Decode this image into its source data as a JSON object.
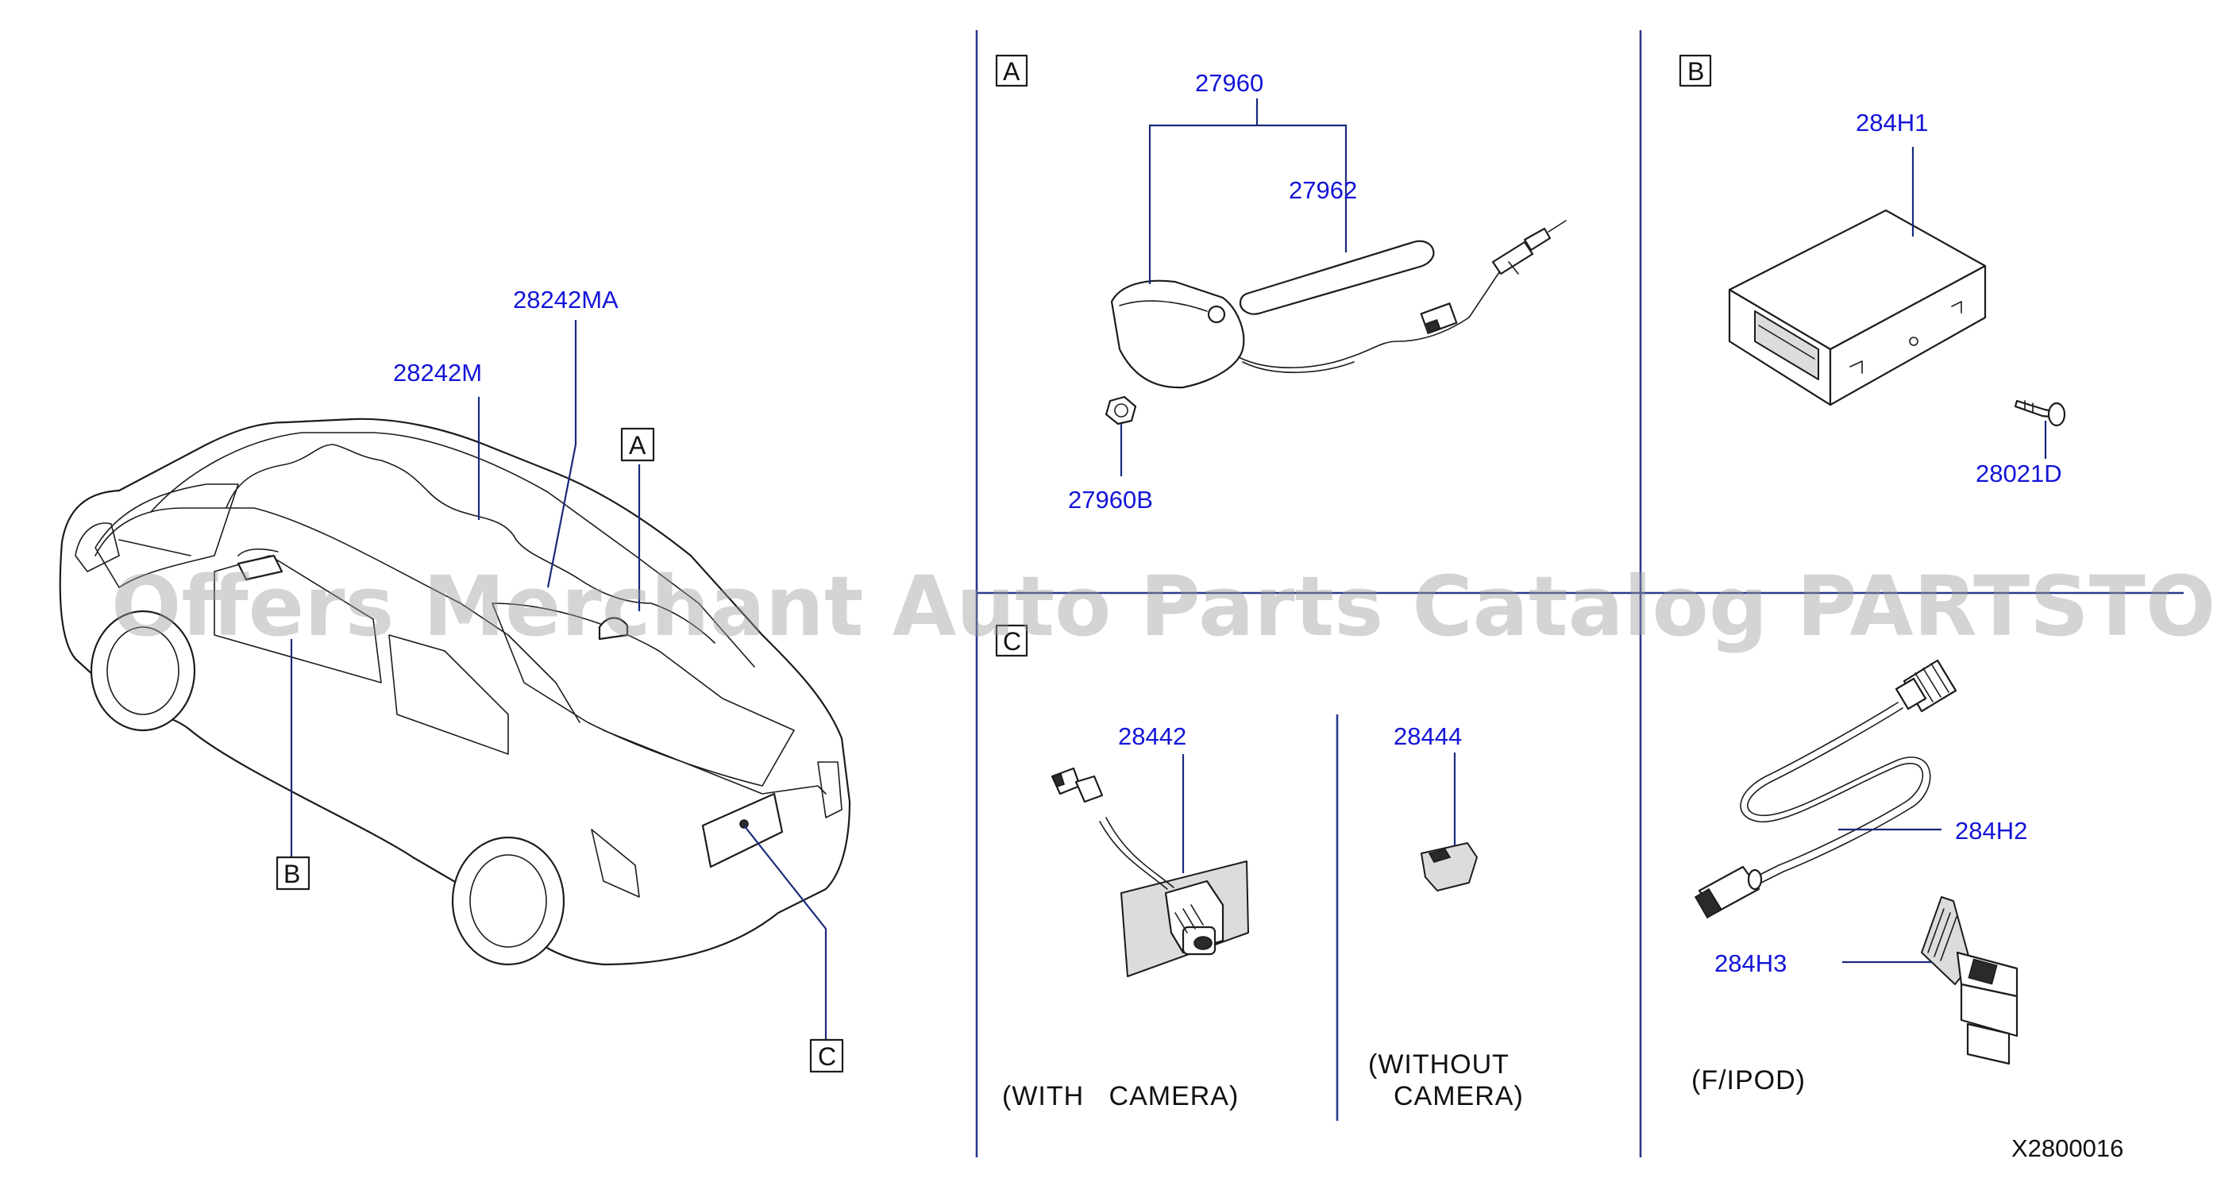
{
  "diagram": {
    "overview_labels": {
      "harness_upper": "28242MA",
      "harness_lower": "28242M",
      "callout_a": "A",
      "callout_b": "B",
      "callout_c": "C"
    },
    "section_a": {
      "box_label": "A",
      "antenna_assembly": "27960",
      "antenna_rod": "27962",
      "nut": "27960B"
    },
    "section_b": {
      "box_label": "B",
      "control_unit": "284H1",
      "screw": "28021D"
    },
    "section_c": {
      "box_label": "C",
      "camera": "28442",
      "camera_caption": "(WITH   CAMERA)",
      "cover": "28444",
      "cover_caption_line1": "(WITHOUT",
      "cover_caption_line2": "CAMERA)"
    },
    "section_d": {
      "cable": "284H2",
      "connector": "284H3",
      "caption": "(F/IPOD)"
    },
    "diagram_id": "X2800016",
    "watermark": "Offers Merchant Auto Parts Catalog PARTSTORE.SA"
  },
  "colors": {
    "part_number": "#1414d8",
    "linework": "#1c1c1c",
    "divider": "#2a3a8a",
    "watermark": "#9a9a9a"
  }
}
